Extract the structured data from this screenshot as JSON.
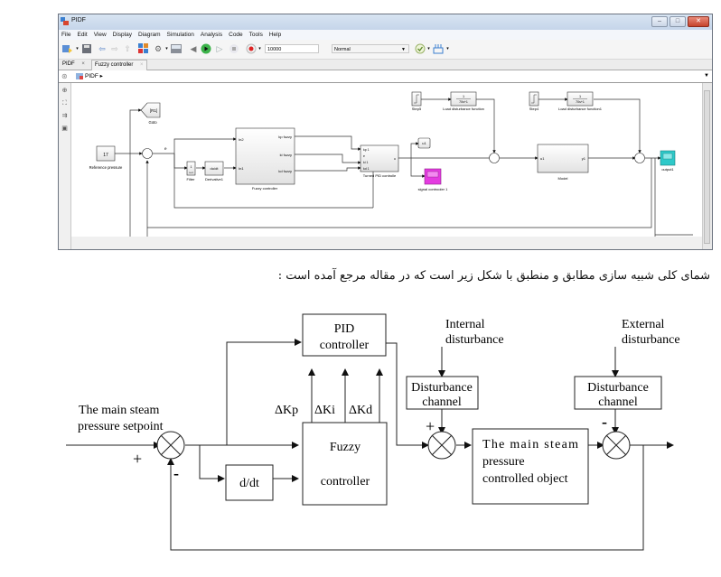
{
  "window": {
    "title": "PIDF",
    "menu": [
      "File",
      "Edit",
      "View",
      "Display",
      "Diagram",
      "Simulation",
      "Analysis",
      "Code",
      "Tools",
      "Help"
    ],
    "toolbar": {
      "stop_time": "10000",
      "sim_mode": "Normal"
    },
    "tabs": [
      {
        "label": "PIDF",
        "close": "×"
      },
      {
        "label": "Fuzzy controller",
        "close": "×"
      }
    ],
    "breadcrumb": "PIDF ▸",
    "sidebar_icons": [
      "hide-browser-icon",
      "zoom-icon",
      "fit-view-icon",
      "arrow-icon",
      "image-icon"
    ]
  },
  "simulink": {
    "blocks": {
      "const_value": "17",
      "const_label": "Reference pressure",
      "goto_tag": "[R1]",
      "goto_label": "Goto",
      "sum_label": "e",
      "filter_num": "1",
      "filter_den": "s+1",
      "filter_label": "Filter",
      "deriv_text": "du/dt",
      "deriv_label": "Derivative1",
      "fuzzy_in2": "In2",
      "fuzzy_in1": "In1",
      "fuzzy_out1": "kp fuzzy",
      "fuzzy_out2": "ki fuzzy",
      "fuzzy_out3": "kd fuzzy",
      "fuzzy_label": "Fuzzy controller",
      "pid_in1": "kp 1",
      "pid_in2": "e",
      "pid_in3": "ki 1",
      "pid_in4": "kd 1",
      "pid_out": "u",
      "pid_label": "Turned PID controlle",
      "u1_label": "u1",
      "scope1_label": "signal controoler 1",
      "step5_label": "Step5",
      "tf1_num": "1",
      "tf1_den": "70s+1",
      "tf1_label": "Load disturbance function",
      "step4_label": "Step4",
      "tf2_num": "1",
      "tf2_den": "70s+1",
      "tf2_label": "Load disturbance function1",
      "model_in": "u1",
      "model_out": "y1",
      "model_label": "Model",
      "scope2_label": "output1"
    },
    "colors": {
      "scope_magenta": "#e43be0",
      "scope_cyan": "#2ec9c9"
    }
  },
  "caption_fa": "شمای کلی شبیه سازی مطابق و منطبق با شکل زیر است که در مقاله مرجع آمده است :",
  "diagram": {
    "setpoint_label_1": "The main steam",
    "setpoint_label_2": "pressure setpoint",
    "plus": "+",
    "minus": "-",
    "ddt": "d/dt",
    "fuzzy_1": "Fuzzy",
    "fuzzy_2": "controller",
    "pid_1": "PID",
    "pid_2": "controller",
    "dkp": "ΔKp",
    "dki": "ΔKi",
    "dkd": "ΔKd",
    "int_dist_1": "Internal",
    "int_dist_2": "disturbance",
    "ext_dist_1": "External",
    "ext_dist_2": "disturbance",
    "dist_ch_1": "Disturbance",
    "dist_ch_2": "channel",
    "plant_1": "The main steam",
    "plant_2": "pressure",
    "plant_3": "controlled object"
  }
}
